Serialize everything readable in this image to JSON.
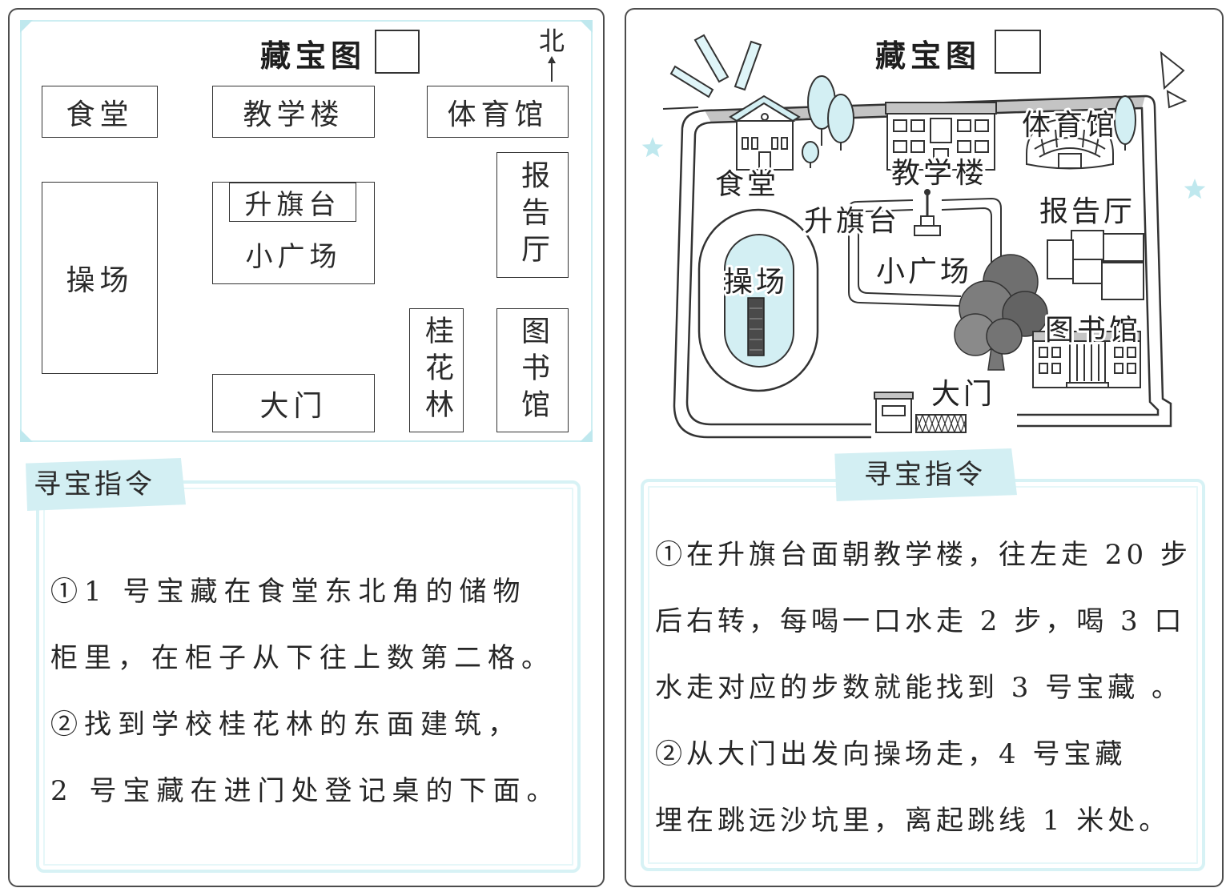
{
  "colors": {
    "accent_cyan": "#d3eff3",
    "ink": "#2b2b2b",
    "panel_border": "#4d4d4d"
  },
  "left_card": {
    "title": "藏宝图",
    "north_label": "北",
    "map": {
      "canteen": "食堂",
      "teaching_building": "教学楼",
      "gym": "体育馆",
      "playground": "操场",
      "flag_platform": "升旗台",
      "small_square": "小广场",
      "lecture_hall": "报告厅",
      "osmanthus_grove": "桂花林",
      "library": "图书馆",
      "main_gate": "大门"
    },
    "instructions": {
      "heading": "寻宝指令",
      "lines": [
        "①1 号宝藏在食堂东北角的储物",
        "柜里，在柜子从下往上数第二格。",
        "②找到学校桂花林的东面建筑，",
        "2 号宝藏在进门处登记桌的下面。"
      ]
    }
  },
  "right_card": {
    "title": "藏宝图",
    "map": {
      "canteen": "食堂",
      "teaching_building": "教学楼",
      "gym": "体育馆",
      "lecture_hall": "报告厅",
      "flag_platform": "升旗台",
      "small_square": "小广场",
      "playground": "操场",
      "library": "图书馆",
      "main_gate": "大门"
    },
    "instructions": {
      "heading": "寻宝指令",
      "lines": [
        "①在升旗台面朝教学楼，往左走 20 步",
        "后右转，每喝一口水走 2 步，喝 3 口",
        "水走对应的步数就能找到 3 号宝藏 。",
        "②从大门出发向操场走，4 号宝藏",
        "埋在跳远沙坑里，离起跳线 1 米处。"
      ]
    }
  }
}
